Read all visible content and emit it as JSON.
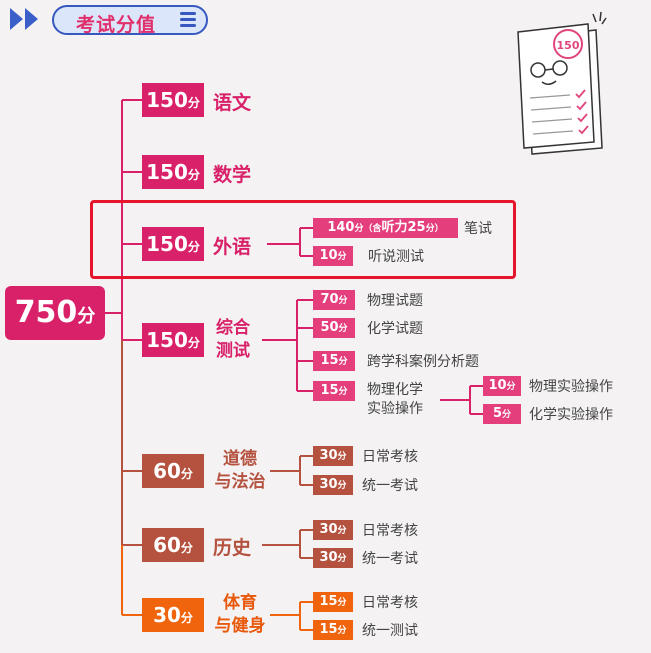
{
  "header": {
    "title": "考试分值"
  },
  "total": {
    "value": "750",
    "unit": "分"
  },
  "decoration": {
    "stamp": "150"
  },
  "subjects": [
    {
      "score": "150",
      "unit": "分",
      "name": "语文"
    },
    {
      "score": "150",
      "unit": "分",
      "name": "数学"
    },
    {
      "score": "150",
      "unit": "分",
      "name": "外语",
      "items": [
        {
          "score": "140",
          "unit": "分",
          "note_open": "（含",
          "note_text": "听力25",
          "note_unit": "分",
          "note_close": "）",
          "label": "笔试"
        },
        {
          "score": "10",
          "unit": "分",
          "label": "听说测试"
        }
      ]
    },
    {
      "score": "150",
      "unit": "分",
      "name_line1": "综合",
      "name_line2": "测试",
      "items": [
        {
          "score": "70",
          "unit": "分",
          "label": "物理试题"
        },
        {
          "score": "50",
          "unit": "分",
          "label": "化学试题"
        },
        {
          "score": "15",
          "unit": "分",
          "label": "跨学科案例分析题"
        },
        {
          "score": "15",
          "unit": "分",
          "label_line1": "物理化学",
          "label_line2": "实验操作",
          "items": [
            {
              "score": "10",
              "unit": "分",
              "label": "物理实验操作"
            },
            {
              "score": "5",
              "unit": "分",
              "label": "化学实验操作"
            }
          ]
        }
      ]
    },
    {
      "score": "60",
      "unit": "分",
      "name_line1": "道德",
      "name_line2": "与法治",
      "items": [
        {
          "score": "30",
          "unit": "分",
          "label": "日常考核"
        },
        {
          "score": "30",
          "unit": "分",
          "label": "统一考试"
        }
      ]
    },
    {
      "score": "60",
      "unit": "分",
      "name": "历史",
      "items": [
        {
          "score": "30",
          "unit": "分",
          "label": "日常考核"
        },
        {
          "score": "30",
          "unit": "分",
          "label": "统一考试"
        }
      ]
    },
    {
      "score": "30",
      "unit": "分",
      "name_line1": "体育",
      "name_line2": "与健身",
      "items": [
        {
          "score": "15",
          "unit": "分",
          "label": "日常考核"
        },
        {
          "score": "15",
          "unit": "分",
          "label": "统一测试"
        }
      ]
    }
  ],
  "colors": {
    "pink": "#d9216a",
    "brown": "#b5523f",
    "orange": "#f0640e",
    "header_blue": "#3658bf",
    "highlight_red": "#e5162b"
  }
}
